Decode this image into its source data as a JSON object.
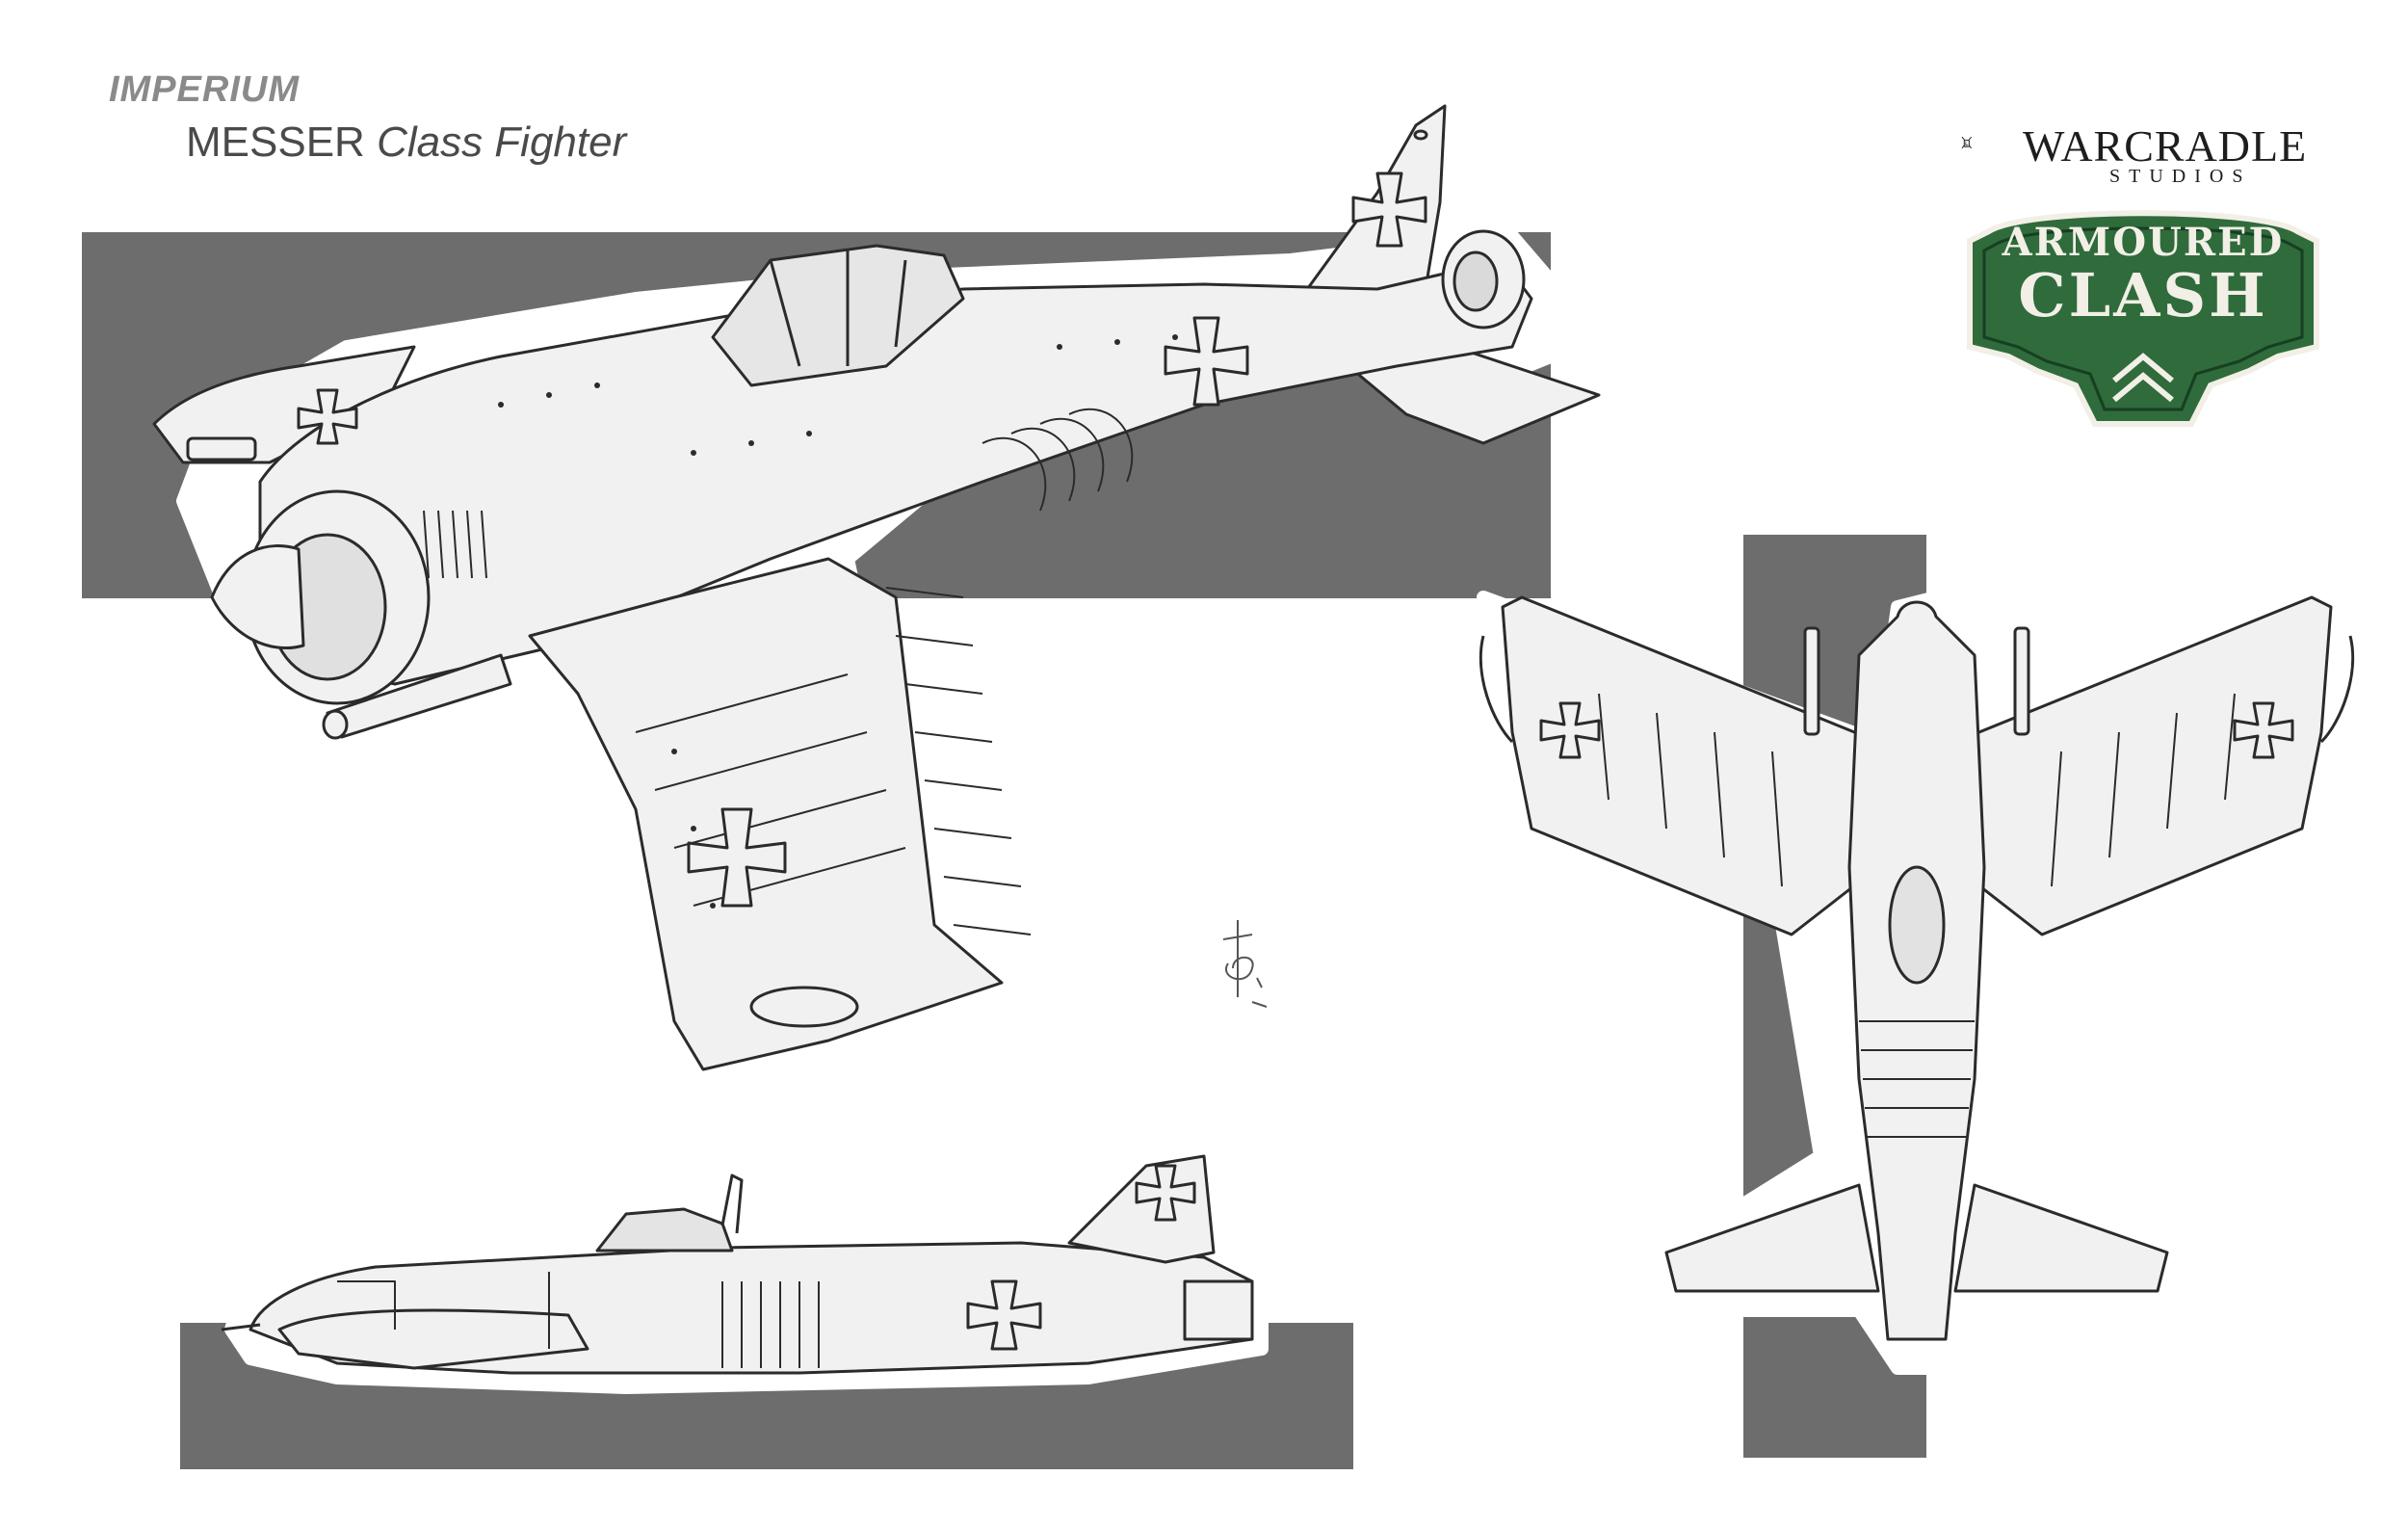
{
  "header": {
    "faction": "IMPERIUM",
    "model_name": "MESSER",
    "model_class": "Class Fighter"
  },
  "branding": {
    "studio_name": "WARCRADLE",
    "studio_sub": "STUDIOS",
    "game_line1": "ARMOURED",
    "game_line2": "CLASH",
    "badge_color": "#2f6b3b"
  },
  "views": [
    "three-quarter",
    "top",
    "side"
  ],
  "colors": {
    "panel": "#6d6d6d",
    "line": "#2b2b2b",
    "fill": "#f1f1f1"
  }
}
